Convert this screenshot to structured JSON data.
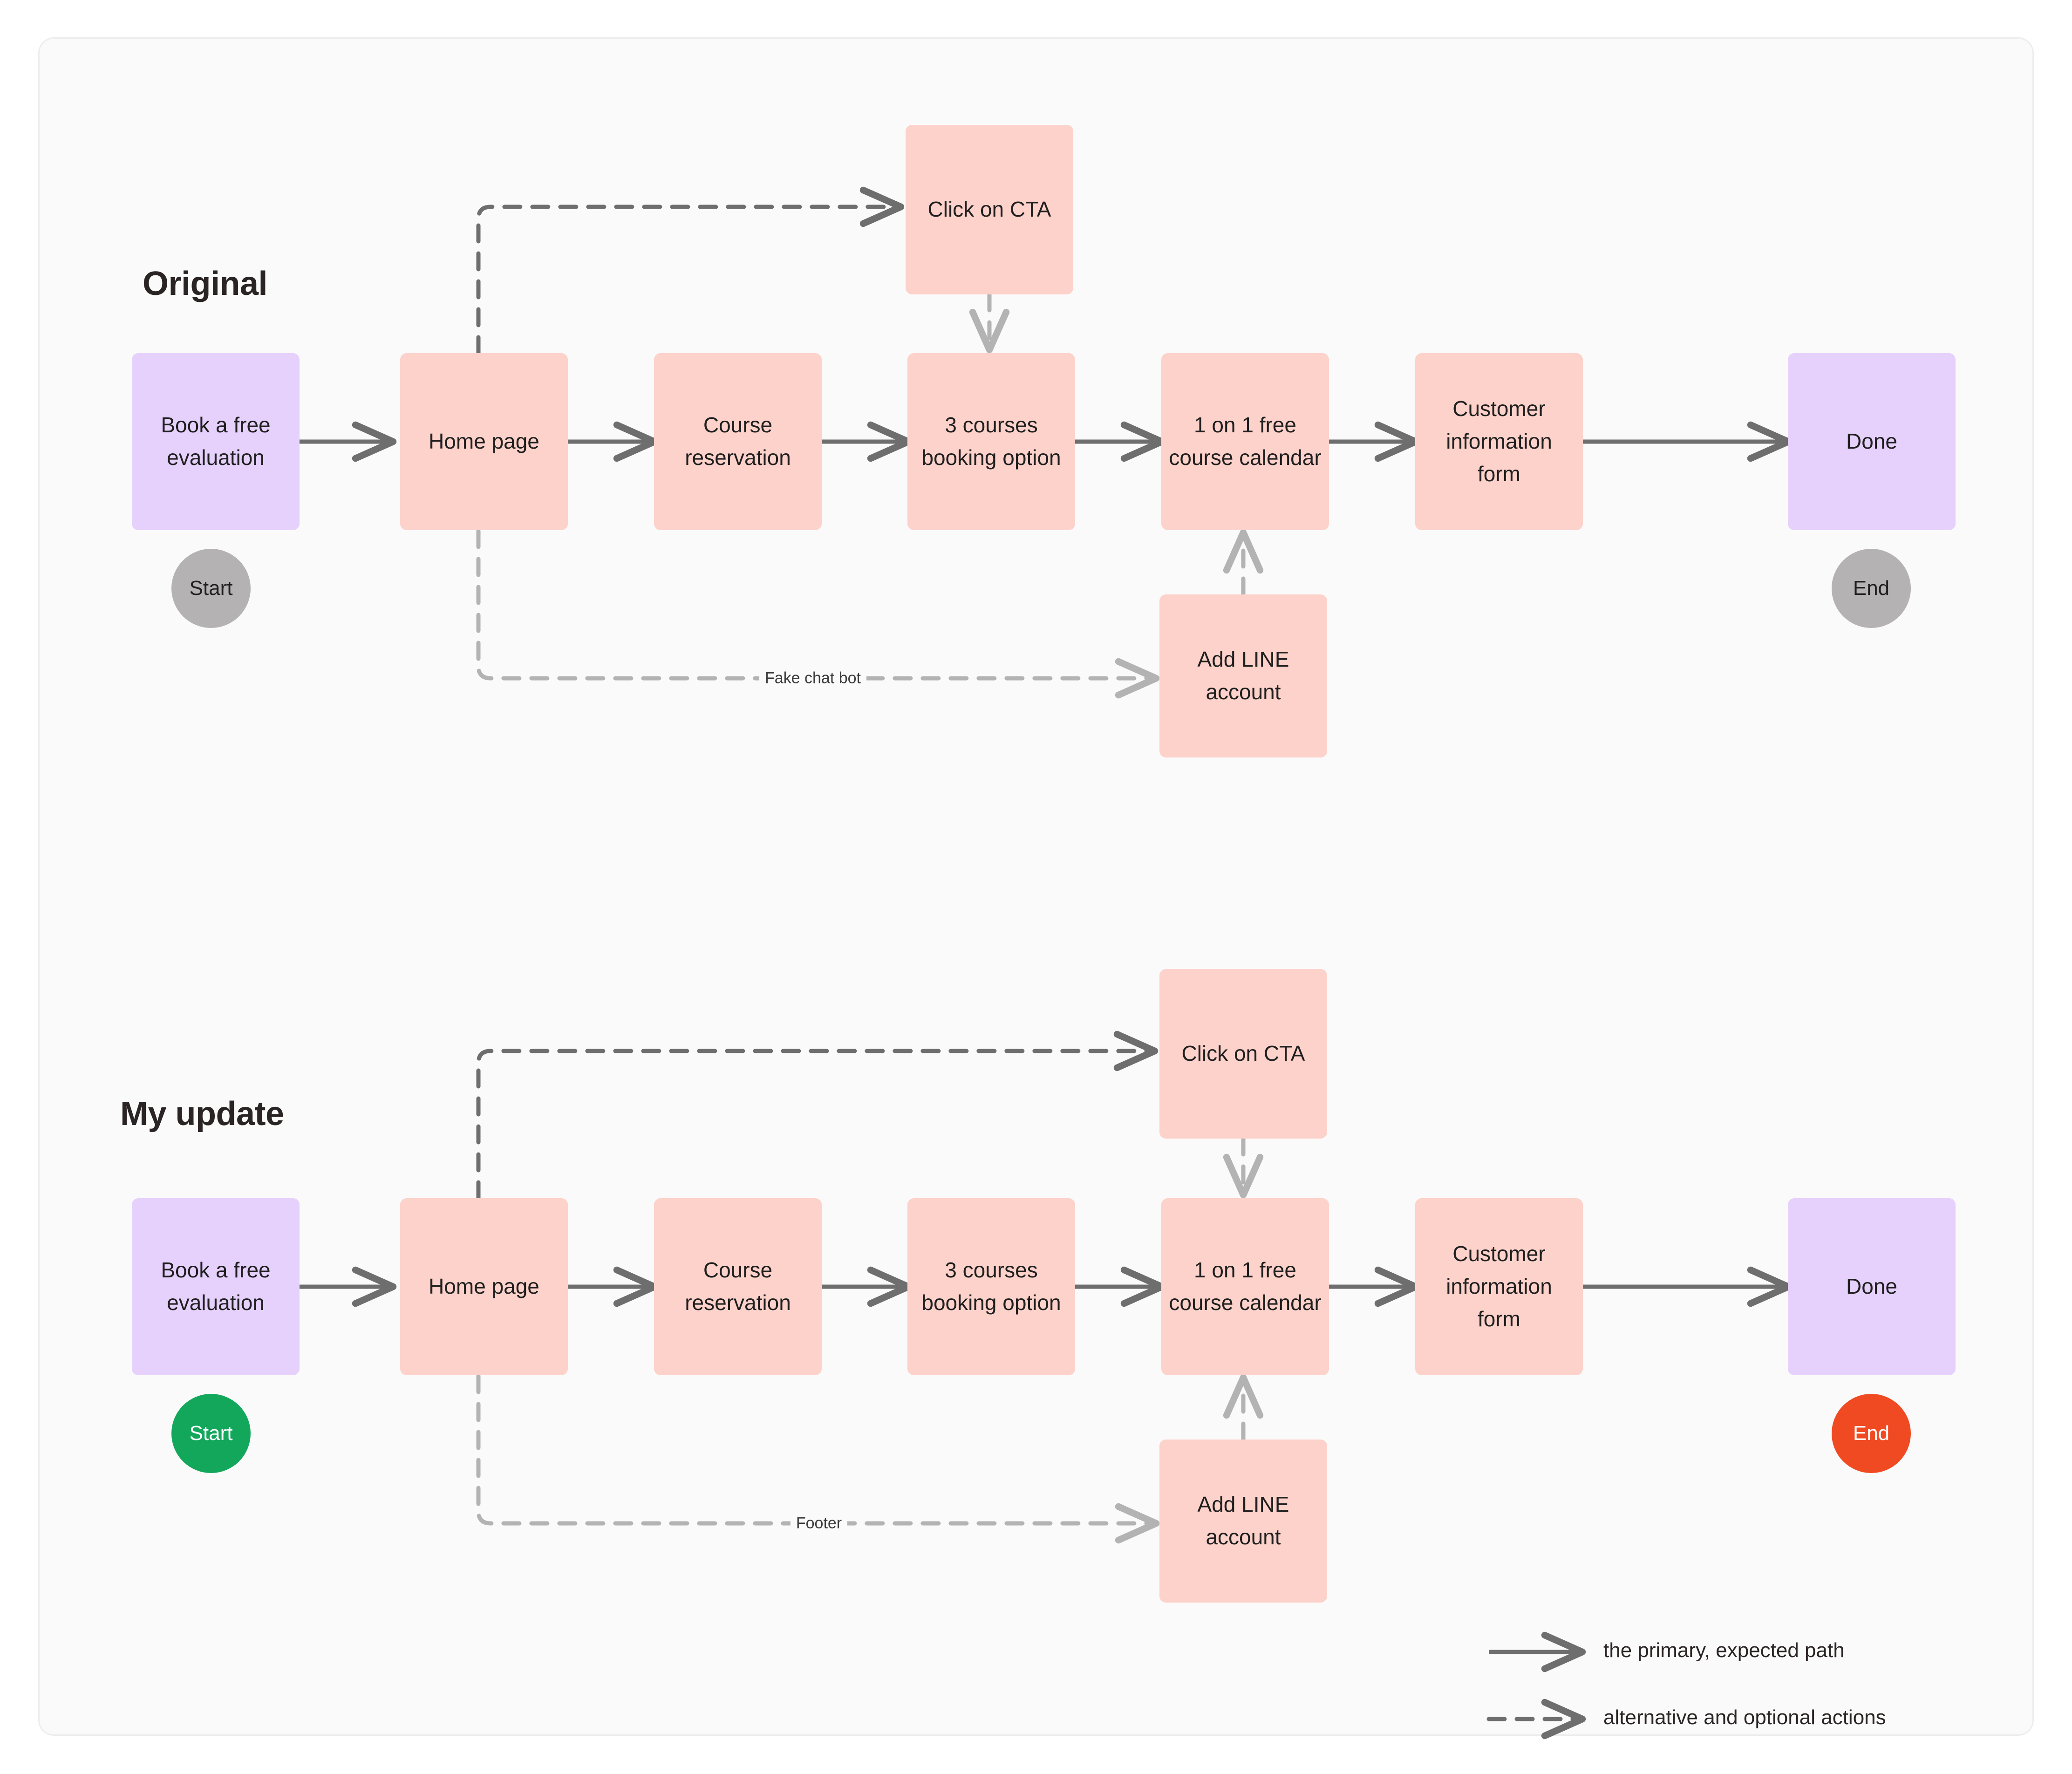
{
  "diagram": {
    "title_original": "Original",
    "title_update": "My update",
    "colors": {
      "canvas": "#fafafa",
      "node_pink": "#fcd2cb",
      "node_purple": "#e6d0fc",
      "circle_grey": "#b5b2b4",
      "circle_green": "#12a75b",
      "circle_red": "#f04a23",
      "edge_solid": "#6e6e6e",
      "edge_dashed_dark": "#6e6e6e",
      "edge_dashed_light": "#b3b3b3",
      "text": "#1f1f1f"
    },
    "sections": [
      {
        "id": "original",
        "title": "Original",
        "nodes": [
          {
            "id": "o-book",
            "label": "Book a free evaluation",
            "color": "purple"
          },
          {
            "id": "o-home",
            "label": "Home page",
            "color": "pink"
          },
          {
            "id": "o-course",
            "label": "Course reservation",
            "color": "pink"
          },
          {
            "id": "o-booking",
            "label": "3 courses booking option",
            "color": "pink"
          },
          {
            "id": "o-calendar",
            "label": "1 on 1 free course calendar",
            "color": "pink"
          },
          {
            "id": "o-form",
            "label": "Customer information form",
            "color": "pink"
          },
          {
            "id": "o-done",
            "label": "Done",
            "color": "purple"
          },
          {
            "id": "o-cta",
            "label": "Click on CTA",
            "color": "pink"
          },
          {
            "id": "o-line",
            "label": "Add LINE account",
            "color": "pink"
          }
        ],
        "markers": [
          {
            "id": "o-start",
            "label": "Start",
            "color": "grey"
          },
          {
            "id": "o-end",
            "label": "End",
            "color": "grey"
          }
        ],
        "edge_labels": [
          {
            "id": "o-chatbot",
            "label": "Fake chat bot"
          }
        ]
      },
      {
        "id": "update",
        "title": "My update",
        "nodes": [
          {
            "id": "u-book",
            "label": "Book a free evaluation",
            "color": "purple"
          },
          {
            "id": "u-home",
            "label": "Home page",
            "color": "pink"
          },
          {
            "id": "u-course",
            "label": "Course reservation",
            "color": "pink"
          },
          {
            "id": "u-booking",
            "label": "3 courses booking option",
            "color": "pink"
          },
          {
            "id": "u-calendar",
            "label": "1 on 1 free course calendar",
            "color": "pink"
          },
          {
            "id": "u-form",
            "label": "Customer information form",
            "color": "pink"
          },
          {
            "id": "u-done",
            "label": "Done",
            "color": "purple"
          },
          {
            "id": "u-cta",
            "label": "Click on CTA",
            "color": "pink"
          },
          {
            "id": "u-line",
            "label": "Add LINE account",
            "color": "pink"
          }
        ],
        "markers": [
          {
            "id": "u-start",
            "label": "Start",
            "color": "green"
          },
          {
            "id": "u-end",
            "label": "End",
            "color": "red"
          }
        ],
        "edge_labels": [
          {
            "id": "u-footer",
            "label": "Footer"
          }
        ]
      }
    ],
    "legend": {
      "items": [
        {
          "id": "legend-solid",
          "style": "solid",
          "label": "the primary, expected path"
        },
        {
          "id": "legend-dashed",
          "style": "dashed",
          "label": "alternative and optional actions"
        }
      ]
    }
  }
}
